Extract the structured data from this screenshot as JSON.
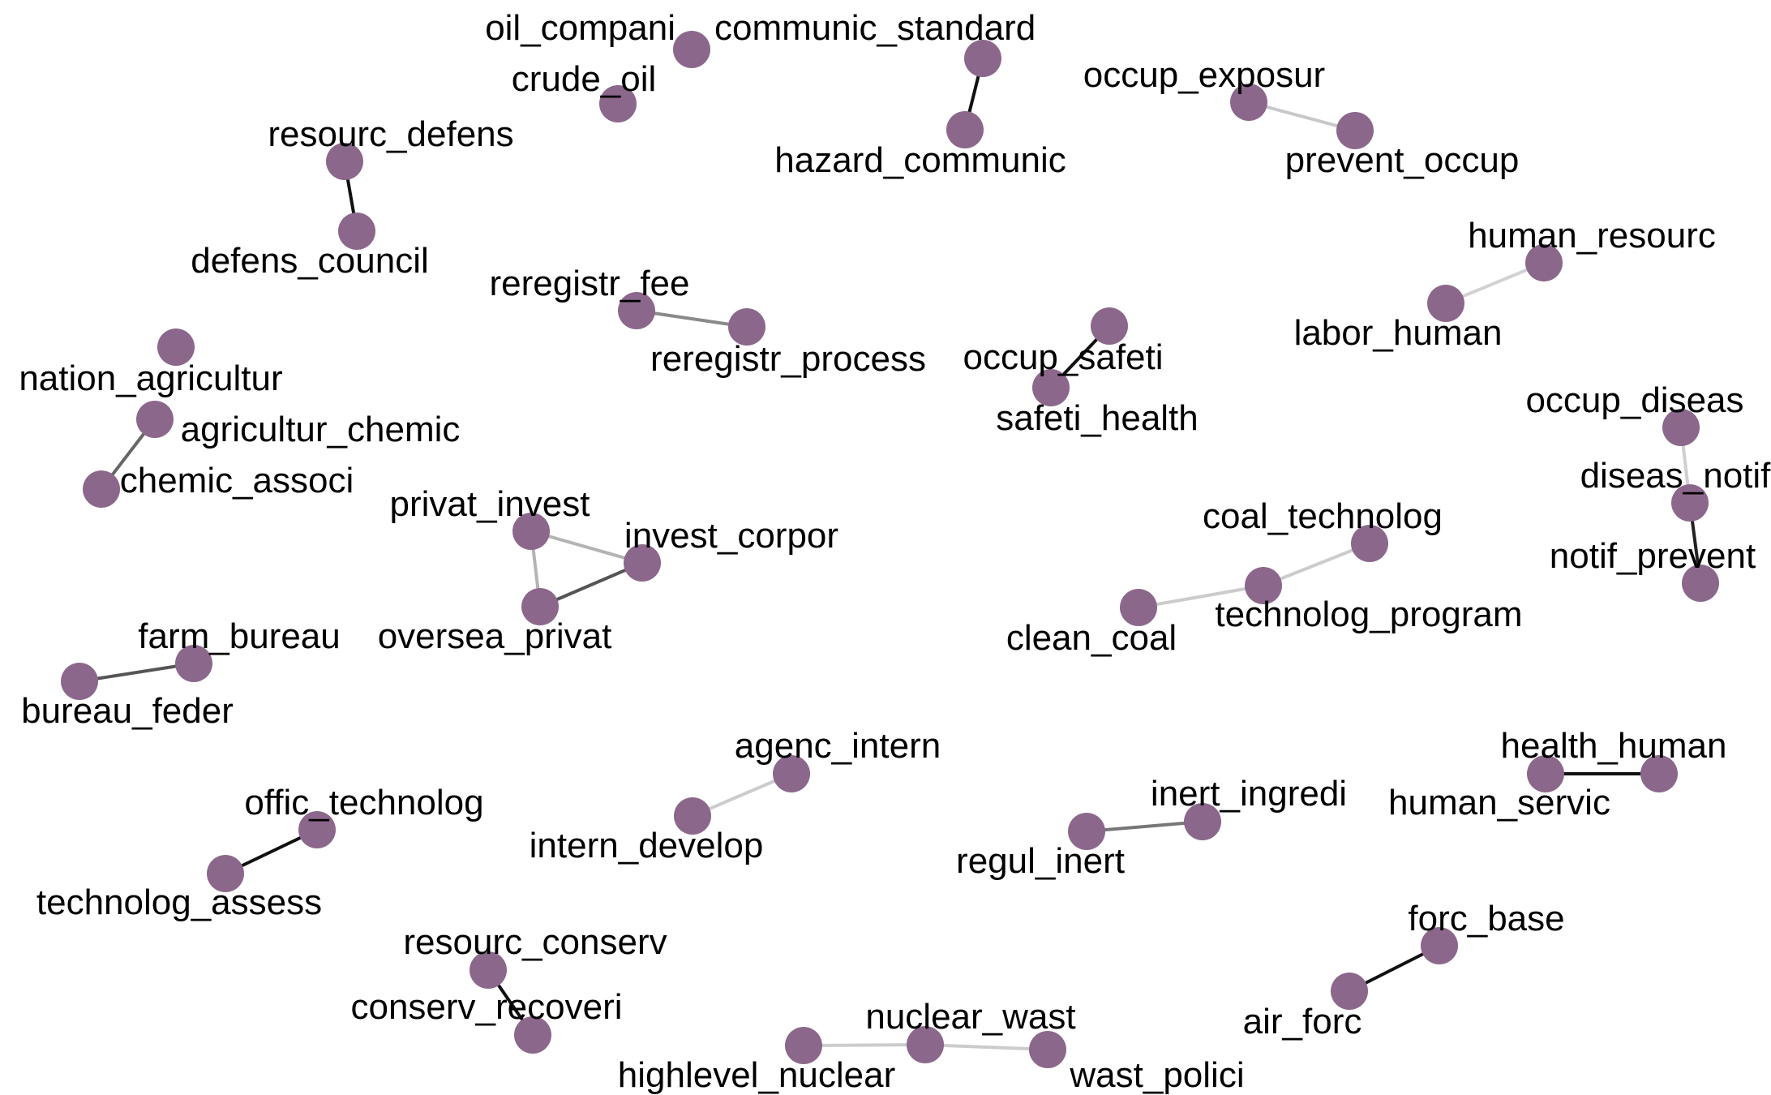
{
  "nodes": [
    {
      "id": "oil_compani",
      "label": "oil_compani"
    },
    {
      "id": "crude_oil",
      "label": "crude_oil"
    },
    {
      "id": "communic_standard",
      "label": "communic_standard"
    },
    {
      "id": "hazard_communic",
      "label": "hazard_communic"
    },
    {
      "id": "occup_exposur",
      "label": "occup_exposur"
    },
    {
      "id": "prevent_occup",
      "label": "prevent_occup"
    },
    {
      "id": "resourc_defens",
      "label": "resourc_defens"
    },
    {
      "id": "defens_council",
      "label": "defens_council"
    },
    {
      "id": "human_resourc",
      "label": "human_resourc"
    },
    {
      "id": "labor_human",
      "label": "labor_human"
    },
    {
      "id": "reregistr_fee",
      "label": "reregistr_fee"
    },
    {
      "id": "reregistr_process",
      "label": "reregistr_process"
    },
    {
      "id": "occup_safeti",
      "label": "occup_safeti"
    },
    {
      "id": "safeti_health",
      "label": "safeti_health"
    },
    {
      "id": "nation_agricultur",
      "label": "nation_agricultur"
    },
    {
      "id": "agricultur_chemic",
      "label": "agricultur_chemic"
    },
    {
      "id": "chemic_associ",
      "label": "chemic_associ"
    },
    {
      "id": "occup_diseas",
      "label": "occup_diseas"
    },
    {
      "id": "diseas_notif",
      "label": "diseas_notif"
    },
    {
      "id": "notif_prevent",
      "label": "notif_prevent"
    },
    {
      "id": "privat_invest",
      "label": "privat_invest"
    },
    {
      "id": "invest_corpor",
      "label": "invest_corpor"
    },
    {
      "id": "oversea_privat",
      "label": "oversea_privat"
    },
    {
      "id": "coal_technolog",
      "label": "coal_technolog"
    },
    {
      "id": "technolog_program",
      "label": "technolog_program"
    },
    {
      "id": "clean_coal",
      "label": "clean_coal"
    },
    {
      "id": "farm_bureau",
      "label": "farm_bureau"
    },
    {
      "id": "bureau_feder",
      "label": "bureau_feder"
    },
    {
      "id": "agenc_intern",
      "label": "agenc_intern"
    },
    {
      "id": "intern_develop",
      "label": "intern_develop"
    },
    {
      "id": "health_human",
      "label": "health_human"
    },
    {
      "id": "human_servic",
      "label": "human_servic"
    },
    {
      "id": "offic_technolog",
      "label": "offic_technolog"
    },
    {
      "id": "technolog_assess",
      "label": "technolog_assess"
    },
    {
      "id": "inert_ingredi",
      "label": "inert_ingredi"
    },
    {
      "id": "regul_inert",
      "label": "regul_inert"
    },
    {
      "id": "resourc_conserv",
      "label": "resourc_conserv"
    },
    {
      "id": "conserv_recoveri",
      "label": "conserv_recoveri"
    },
    {
      "id": "forc_base",
      "label": "forc_base"
    },
    {
      "id": "air_forc",
      "label": "air_forc"
    },
    {
      "id": "nuclear_wast",
      "label": "nuclear_wast"
    },
    {
      "id": "highlevel_nuclear",
      "label": "highlevel_nuclear"
    },
    {
      "id": "wast_polici",
      "label": "wast_polici"
    }
  ],
  "edges": [
    {
      "source": "communic_standard",
      "target": "hazard_communic",
      "color": "#111111"
    },
    {
      "source": "occup_exposur",
      "target": "prevent_occup",
      "color": "#c8c8c8"
    },
    {
      "source": "resourc_defens",
      "target": "defens_council",
      "color": "#111111"
    },
    {
      "source": "human_resourc",
      "target": "labor_human",
      "color": "#d2d2d2"
    },
    {
      "source": "reregistr_fee",
      "target": "reregistr_process",
      "color": "#8a8a8a"
    },
    {
      "source": "occup_safeti",
      "target": "safeti_health",
      "color": "#111111"
    },
    {
      "source": "agricultur_chemic",
      "target": "chemic_associ",
      "color": "#666666"
    },
    {
      "source": "occup_diseas",
      "target": "diseas_notif",
      "color": "#cfcfcf"
    },
    {
      "source": "diseas_notif",
      "target": "notif_prevent",
      "color": "#222222"
    },
    {
      "source": "privat_invest",
      "target": "invest_corpor",
      "color": "#b4b4b4"
    },
    {
      "source": "privat_invest",
      "target": "oversea_privat",
      "color": "#b4b4b4"
    },
    {
      "source": "oversea_privat",
      "target": "invest_corpor",
      "color": "#555555"
    },
    {
      "source": "clean_coal",
      "target": "technolog_program",
      "color": "#cccccc"
    },
    {
      "source": "technolog_program",
      "target": "coal_technolog",
      "color": "#cccccc"
    },
    {
      "source": "bureau_feder",
      "target": "farm_bureau",
      "color": "#555555"
    },
    {
      "source": "intern_develop",
      "target": "agenc_intern",
      "color": "#cccccc"
    },
    {
      "source": "health_human",
      "target": "human_servic",
      "color": "#111111"
    },
    {
      "source": "technolog_assess",
      "target": "offic_technolog",
      "color": "#111111"
    },
    {
      "source": "regul_inert",
      "target": "inert_ingredi",
      "color": "#777777"
    },
    {
      "source": "resourc_conserv",
      "target": "conserv_recoveri",
      "color": "#111111"
    },
    {
      "source": "air_forc",
      "target": "forc_base",
      "color": "#111111"
    },
    {
      "source": "highlevel_nuclear",
      "target": "nuclear_wast",
      "color": "#cccccc"
    },
    {
      "source": "nuclear_wast",
      "target": "wast_polici",
      "color": "#cccccc"
    }
  ],
  "colors": {
    "node": "#8c678c"
  }
}
